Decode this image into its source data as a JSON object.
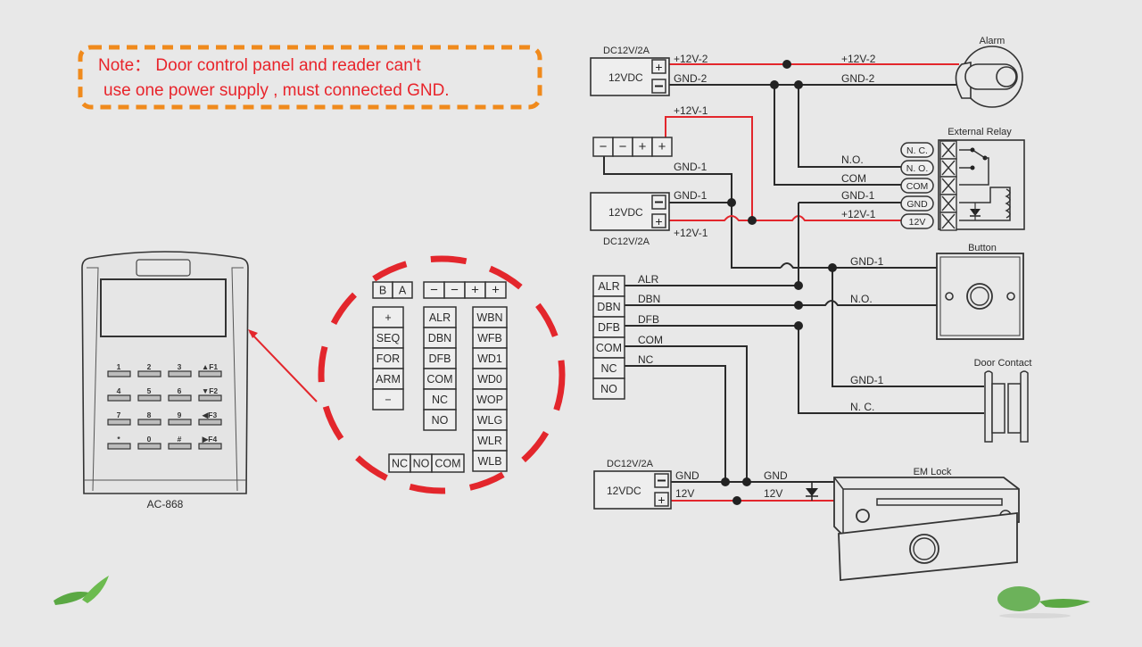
{
  "note": {
    "line1": "Note： Door control panel and  reader can't",
    "line2": "use one power supply , must connected GND.",
    "border_color": "#f08a1c",
    "text_color": "#e8242b"
  },
  "reader": {
    "model": "AC-868",
    "keys": [
      [
        "1",
        "2",
        "3",
        "▲F1"
      ],
      [
        "4",
        "5",
        "6",
        "▼F2"
      ],
      [
        "7",
        "8",
        "9",
        "◀F3"
      ],
      [
        "*",
        "0",
        "#",
        "▶F4"
      ]
    ]
  },
  "panel": {
    "top_left_terms": [
      "B",
      "A"
    ],
    "top_power_terms": [
      "−",
      "−",
      "+",
      "+"
    ],
    "col1": [
      "+",
      "SEQ",
      "FOR",
      "ARM",
      "−"
    ],
    "col2": [
      "ALR",
      "DBN",
      "DFB",
      "COM",
      "NC",
      "NO"
    ],
    "col3": [
      "WBN",
      "WFB",
      "WD1",
      "WD0",
      "WOP",
      "WLG",
      "WLR",
      "WLB"
    ],
    "relay_terms": [
      "NC",
      "NO",
      "COM"
    ],
    "highlight_color": "#e3262c"
  },
  "diagram": {
    "psu_top": {
      "rating": "DC12V/2A",
      "label": "12VDC",
      "plus_wire": "+12V-2",
      "minus_wire": "GND-2"
    },
    "alarm": {
      "title": "Alarm",
      "plus_wire": "+12V-2",
      "minus_wire": "GND-2"
    },
    "power_terms": [
      "−",
      "−",
      "+",
      "+"
    ],
    "power_terms_wires": {
      "plus": "+12V-1",
      "minus": "GND-1"
    },
    "psu_mid": {
      "rating": "DC12V/2A",
      "label": "12VDC",
      "minus_wire": "GND-1",
      "plus_wire": "+12V-1"
    },
    "relay": {
      "title": "External Relay",
      "terminals": [
        "N. C.",
        "N. O.",
        "COM",
        "GND",
        "12V"
      ],
      "wires": [
        "N.O.",
        "COM",
        "GND-1",
        "+12V-1"
      ]
    },
    "panel_terms": [
      "ALR",
      "DBN",
      "DFB",
      "COM",
      "NC",
      "NO"
    ],
    "panel_wires": [
      "ALR",
      "DBN",
      "DFB",
      "COM",
      "NC"
    ],
    "button": {
      "title": "Button",
      "wires": [
        "GND-1",
        "N.O."
      ]
    },
    "door_contact": {
      "title": "Door  Contact",
      "wires": [
        "GND-1",
        "N. C."
      ]
    },
    "psu_bottom": {
      "rating": "DC12V/2A",
      "label": "12VDC",
      "minus_wire": "GND",
      "plus_wire": "12V"
    },
    "em_lock": {
      "title": "EM Lock",
      "wires": [
        "GND",
        "12V"
      ]
    },
    "wire_color_power": "#e3262c",
    "wire_color_signal": "#2a2a2a"
  }
}
